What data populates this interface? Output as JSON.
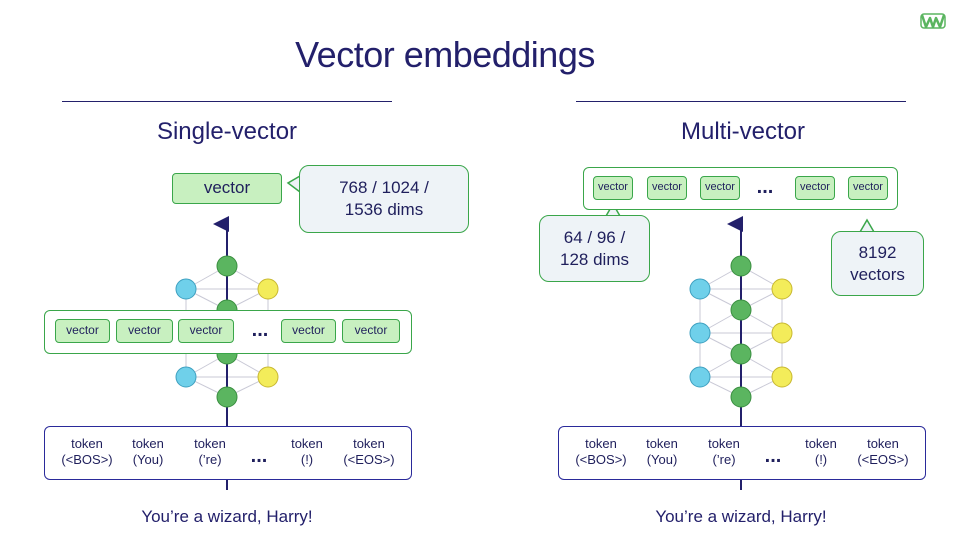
{
  "title": "Vector embeddings",
  "single": {
    "heading": "Single-vector",
    "output_vector": "vector",
    "dims_note": "768 / 1024 /\n1536 dims",
    "layer_vectors": [
      "vector",
      "vector",
      "vector",
      "vector",
      "vector"
    ],
    "ellipsis": "...",
    "tokens": [
      {
        "line1": "token",
        "line2": "(<BOS>)"
      },
      {
        "line1": "token",
        "line2": "(You)"
      },
      {
        "line1": "token",
        "line2": "(’re)"
      },
      {
        "line1": "token",
        "line2": "(!)"
      },
      {
        "line1": "token",
        "line2": "(<EOS>)"
      }
    ],
    "token_ellipsis": "...",
    "caption": "You’re a wizard, Harry!"
  },
  "multi": {
    "heading": "Multi-vector",
    "output_vectors": [
      "vector",
      "vector",
      "vector",
      "vector",
      "vector"
    ],
    "ellipsis": "...",
    "dims_note": "64 / 96 /\n128 dims",
    "count_note": "8192\nvectors",
    "tokens": [
      {
        "line1": "token",
        "line2": "(<BOS>)"
      },
      {
        "line1": "token",
        "line2": "(You)"
      },
      {
        "line1": "token",
        "line2": "(’re)"
      },
      {
        "line1": "token",
        "line2": "(!)"
      },
      {
        "line1": "token",
        "line2": "(<EOS>)"
      }
    ],
    "token_ellipsis": "...",
    "caption": "You’re a wizard, Harry!"
  },
  "colors": {
    "navy": "#23206b",
    "green": "#5bb560",
    "green_border": "#3aa64a",
    "blue_node": "#6fd0ea",
    "yellow_node": "#f3ec5a",
    "vector_fill": "#c8f0c0",
    "bubble_fill": "#eef3f7"
  },
  "icons": {
    "logo": "weaviate-logo-icon"
  }
}
